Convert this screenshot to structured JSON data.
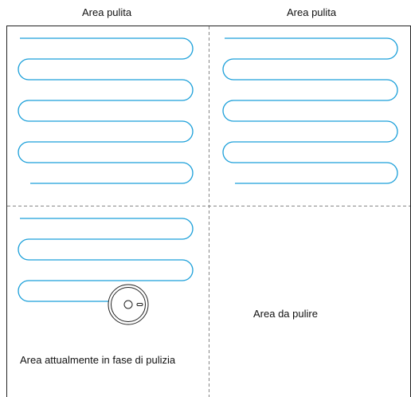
{
  "labels": {
    "top_left": "Area pulita",
    "top_right": "Area pulita",
    "bottom_right": "Area da pulire",
    "bottom_left": "Area attualmente in fase di pulizia"
  },
  "colors": {
    "path": "#1a9fd9",
    "frame": "#222222",
    "grid": "#888888",
    "robot": "#222222"
  }
}
